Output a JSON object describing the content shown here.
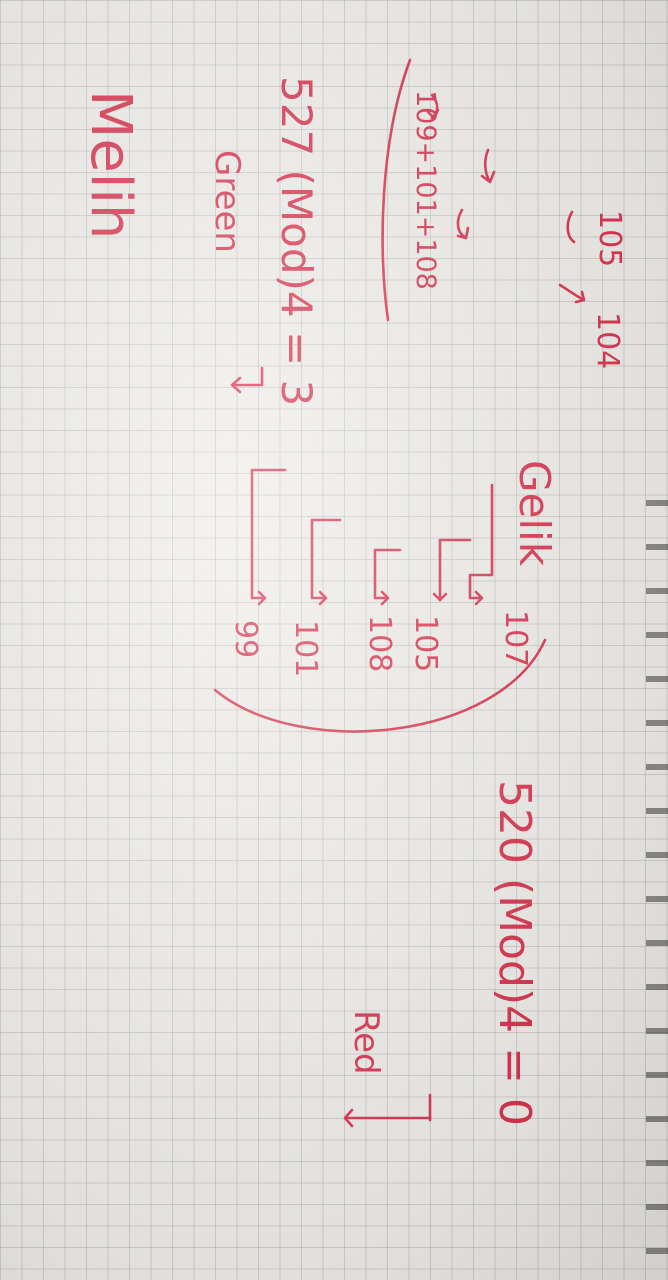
{
  "paper": {
    "ink_color": "#d7344e",
    "grid_color": "#9a9a9a",
    "paper_color": "#eeece8"
  },
  "left_word": {
    "word": "Melih",
    "code_i": "105",
    "code_h": "104",
    "sum_line": "109+101+108",
    "mod_line": "527 (Mod)4 = 3",
    "result": "Green"
  },
  "right_word": {
    "word": "Gelik",
    "code_1": "107",
    "code_2": "105",
    "code_3": "108",
    "code_4": "101",
    "code_5": "99",
    "mod_line": "520 (Mod)4 = 0",
    "result": "Red"
  }
}
